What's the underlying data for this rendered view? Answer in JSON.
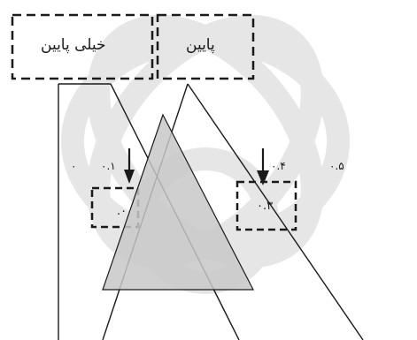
{
  "labels": {
    "box_left": "خیلی پایین",
    "box_right": "پایین"
  },
  "ticks": {
    "t0": "۰",
    "t1": "۰.۱",
    "t4": "۰.۴",
    "t5": "۰.۵"
  },
  "values": {
    "left_value": "۰.",
    "right_value": "۰.۳"
  },
  "colors": {
    "stroke": "#1a1a1a",
    "triangle_fill": "#c8c8c8",
    "watermark": "#e6e6e6"
  }
}
